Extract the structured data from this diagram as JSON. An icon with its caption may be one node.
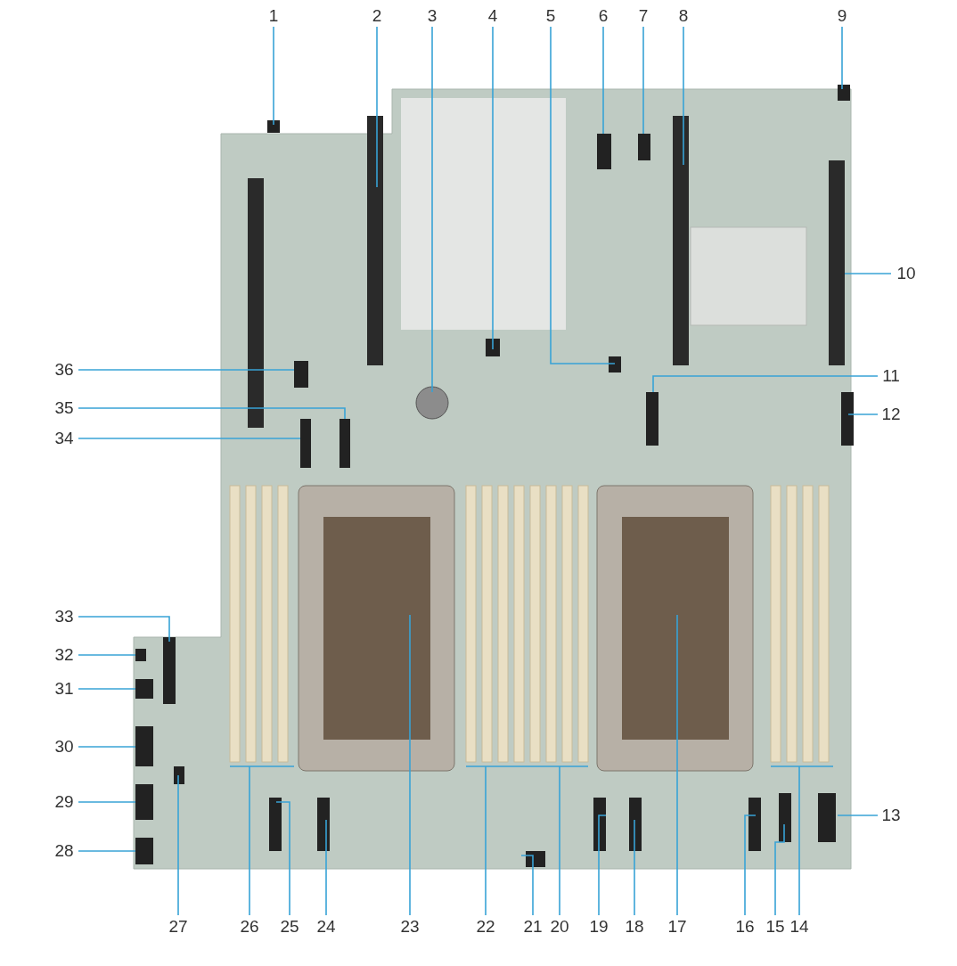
{
  "diagram": {
    "nodes": [
      {
        "text": [
          "1"
        ]
      },
      {
        "text": [
          "2"
        ]
      },
      {
        "text": [
          "3"
        ]
      },
      {
        "text": [
          "4"
        ]
      },
      {
        "text": [
          "5"
        ]
      },
      {
        "text": [
          "6"
        ]
      },
      {
        "text": [
          "7"
        ]
      },
      {
        "text": [
          "8"
        ]
      },
      {
        "text": [
          "9"
        ]
      },
      {
        "text": [
          "10"
        ]
      },
      {
        "text": [
          "11"
        ]
      },
      {
        "text": [
          "12"
        ]
      },
      {
        "text": [
          "13"
        ]
      },
      {
        "text": [
          "14"
        ]
      },
      {
        "text": [
          "15"
        ]
      },
      {
        "text": [
          "16"
        ]
      },
      {
        "text": [
          "17"
        ]
      },
      {
        "text": [
          "18"
        ]
      },
      {
        "text": [
          "19"
        ]
      },
      {
        "text": [
          "20"
        ]
      },
      {
        "text": [
          "21"
        ]
      },
      {
        "text": [
          "22"
        ]
      },
      {
        "text": [
          "23"
        ]
      },
      {
        "text": [
          "24"
        ]
      },
      {
        "text": [
          "25"
        ]
      },
      {
        "text": [
          "26"
        ]
      },
      {
        "text": [
          "27"
        ]
      },
      {
        "text": [
          "28"
        ]
      },
      {
        "text": [
          "29"
        ]
      },
      {
        "text": [
          "30"
        ]
      },
      {
        "text": [
          "31"
        ]
      },
      {
        "text": [
          "32"
        ]
      },
      {
        "text": [
          "33"
        ]
      },
      {
        "text": [
          "34"
        ]
      },
      {
        "text": [
          "35"
        ]
      },
      {
        "text": [
          "36"
        ]
      }
    ],
    "edges": [
      {
        "from": 0,
        "to": null,
        "arrow": "none"
      },
      {
        "from": 1,
        "to": null,
        "arrow": "none"
      },
      {
        "from": 2,
        "to": null,
        "arrow": "none"
      },
      {
        "from": 3,
        "to": null,
        "arrow": "none"
      },
      {
        "from": 4,
        "to": null,
        "arrow": "none"
      },
      {
        "from": 5,
        "to": null,
        "arrow": "none"
      },
      {
        "from": 6,
        "to": null,
        "arrow": "none"
      },
      {
        "from": 7,
        "to": null,
        "arrow": "none"
      },
      {
        "from": 8,
        "to": null,
        "arrow": "none"
      },
      {
        "from": 9,
        "to": null,
        "arrow": "none"
      },
      {
        "from": 10,
        "to": null,
        "arrow": "none"
      },
      {
        "from": 11,
        "to": null,
        "arrow": "none"
      },
      {
        "from": 12,
        "to": null,
        "arrow": "none"
      },
      {
        "from": 13,
        "to": null,
        "arrow": "none"
      },
      {
        "from": 14,
        "to": null,
        "arrow": "none"
      },
      {
        "from": 15,
        "to": null,
        "arrow": "none"
      },
      {
        "from": 16,
        "to": null,
        "arrow": "none"
      },
      {
        "from": 17,
        "to": null,
        "arrow": "none"
      },
      {
        "from": 18,
        "to": null,
        "arrow": "none"
      },
      {
        "from": 19,
        "to": null,
        "arrow": "none"
      },
      {
        "from": 20,
        "to": null,
        "arrow": "none"
      },
      {
        "from": 21,
        "to": null,
        "arrow": "none"
      },
      {
        "from": 22,
        "to": null,
        "arrow": "none"
      },
      {
        "from": 23,
        "to": null,
        "arrow": "none"
      },
      {
        "from": 24,
        "to": null,
        "arrow": "none"
      },
      {
        "from": 25,
        "to": null,
        "arrow": "none"
      },
      {
        "from": 26,
        "to": null,
        "arrow": "none"
      },
      {
        "from": 27,
        "to": null,
        "arrow": "none"
      },
      {
        "from": 28,
        "to": null,
        "arrow": "none"
      },
      {
        "from": 29,
        "to": null,
        "arrow": "none"
      },
      {
        "from": 30,
        "to": null,
        "arrow": "none"
      },
      {
        "from": 31,
        "to": null,
        "arrow": "none"
      },
      {
        "from": 32,
        "to": null,
        "arrow": "none"
      },
      {
        "from": 33,
        "to": null,
        "arrow": "none"
      },
      {
        "from": 34,
        "to": null,
        "arrow": "none"
      },
      {
        "from": 35,
        "to": null,
        "arrow": "none"
      }
    ]
  }
}
